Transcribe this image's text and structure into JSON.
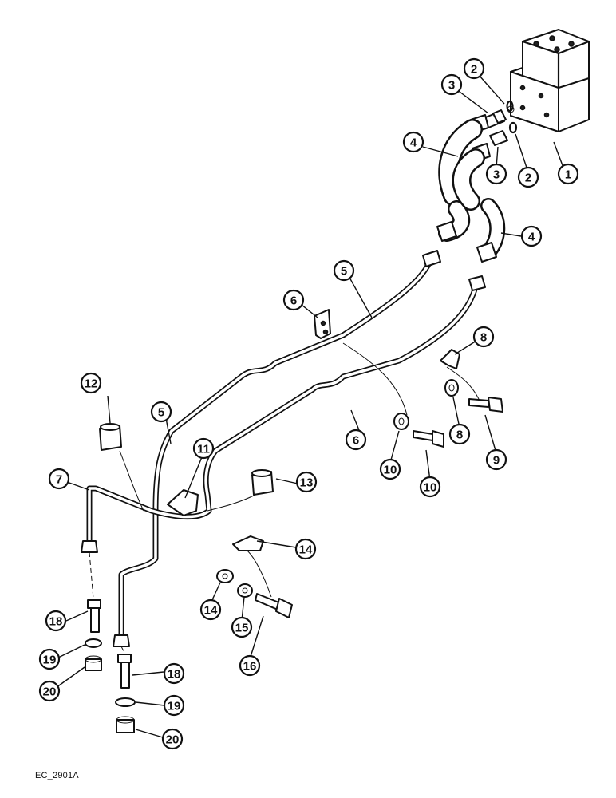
{
  "figure": {
    "reference_code": "EC_2901A"
  },
  "callouts": [
    {
      "label": "1"
    },
    {
      "label": "2"
    },
    {
      "label": "2"
    },
    {
      "label": "3"
    },
    {
      "label": "3"
    },
    {
      "label": "4"
    },
    {
      "label": "4"
    },
    {
      "label": "5"
    },
    {
      "label": "5"
    },
    {
      "label": "6"
    },
    {
      "label": "6"
    },
    {
      "label": "7"
    },
    {
      "label": "8"
    },
    {
      "label": "8"
    },
    {
      "label": "9"
    },
    {
      "label": "10"
    },
    {
      "label": "10"
    },
    {
      "label": "11"
    },
    {
      "label": "12"
    },
    {
      "label": "13"
    },
    {
      "label": "14"
    },
    {
      "label": "14"
    },
    {
      "label": "15"
    },
    {
      "label": "16"
    },
    {
      "label": "18"
    },
    {
      "label": "18"
    },
    {
      "label": "19"
    },
    {
      "label": "19"
    },
    {
      "label": "20"
    },
    {
      "label": "20"
    }
  ]
}
